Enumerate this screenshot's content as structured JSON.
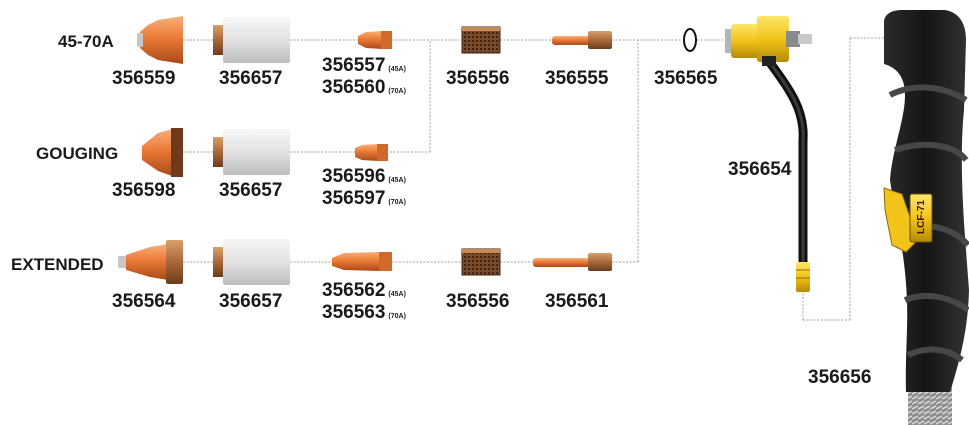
{
  "rows": {
    "row1": {
      "label": "45-70A",
      "shield": "356559",
      "retaining_cap": "356657",
      "nozzle_a": "356557",
      "nozzle_a_amp": "(45A)",
      "nozzle_b": "356560",
      "nozzle_b_amp": "(70A)",
      "swirl_ring": "356556",
      "electrode": "356555"
    },
    "row2": {
      "label": "GOUGING",
      "shield": "356598",
      "retaining_cap": "356657",
      "nozzle_a": "356596",
      "nozzle_a_amp": "(45A)",
      "nozzle_b": "356597",
      "nozzle_b_amp": "(70A)"
    },
    "row3": {
      "label": "EXTENDED",
      "shield": "356564",
      "retaining_cap": "356657",
      "nozzle_a": "356562",
      "nozzle_a_amp": "(45A)",
      "nozzle_b": "356563",
      "nozzle_b_amp": "(70A)",
      "swirl_ring": "356556",
      "electrode": "356561"
    }
  },
  "torch": {
    "o_ring": "356565",
    "torch_head": "356654",
    "handle": "356656",
    "handle_badge": "LCF-71"
  },
  "colors": {
    "copper": "#e8783a",
    "copper_dark": "#9c4518",
    "ceramic": "#e6e6e6",
    "yellow": "#f2c318",
    "handle": "#1c1c1c",
    "line": "#9a9a9a"
  }
}
